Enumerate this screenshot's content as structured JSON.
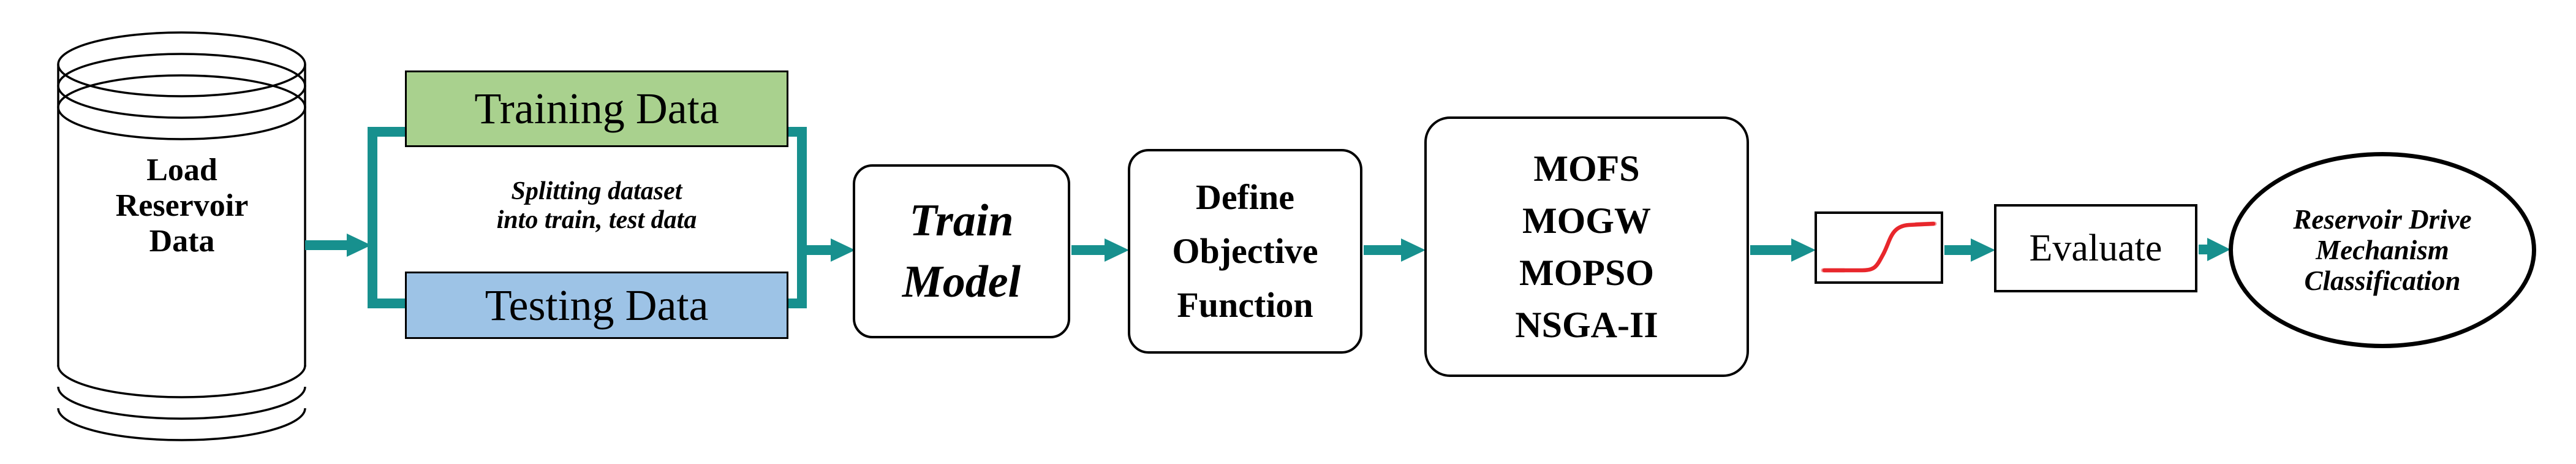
{
  "colors": {
    "arrow": "#17908E",
    "training-fill": "#A9D18E",
    "testing-fill": "#9DC3E6",
    "sigmoid-red": "#E8272C",
    "sigmoid-red-light": "#F59EA0",
    "outline": "#000000"
  },
  "nodes": {
    "load_data": {
      "lines": [
        "Load",
        "Reservoir",
        "Data"
      ]
    },
    "training_data": {
      "label": "Training Data"
    },
    "splitting_note": {
      "lines": [
        "Splitting dataset",
        "into train, test data"
      ]
    },
    "testing_data": {
      "label": "Testing Data"
    },
    "train_model": {
      "lines": [
        "Train",
        "Model"
      ]
    },
    "define_objective": {
      "lines": [
        "Define",
        "Objective",
        "Function"
      ]
    },
    "optimizers": {
      "lines": [
        "MOFS",
        "MOGW",
        "MOPSO",
        "NSGA-II"
      ]
    },
    "activation": {
      "icon": "sigmoid-curve"
    },
    "evaluate": {
      "label": "Evaluate"
    },
    "output": {
      "lines": [
        "Reservoir Drive",
        "Mechanism",
        "Classification"
      ]
    }
  }
}
